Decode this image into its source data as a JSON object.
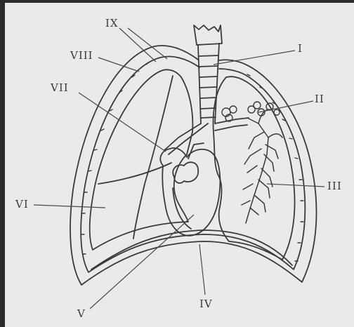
{
  "labels": {
    "I": "I",
    "II": "II",
    "III": "III",
    "IV": "IV",
    "V": "V",
    "VI": "VI",
    "VII": "VII",
    "VIII": "VIII",
    "IX": "IX"
  },
  "colors": {
    "background": "#e7e9ea",
    "paper": "#f3f4f3",
    "ink": "#3a3a3a",
    "frame": "#2b2b2b"
  }
}
